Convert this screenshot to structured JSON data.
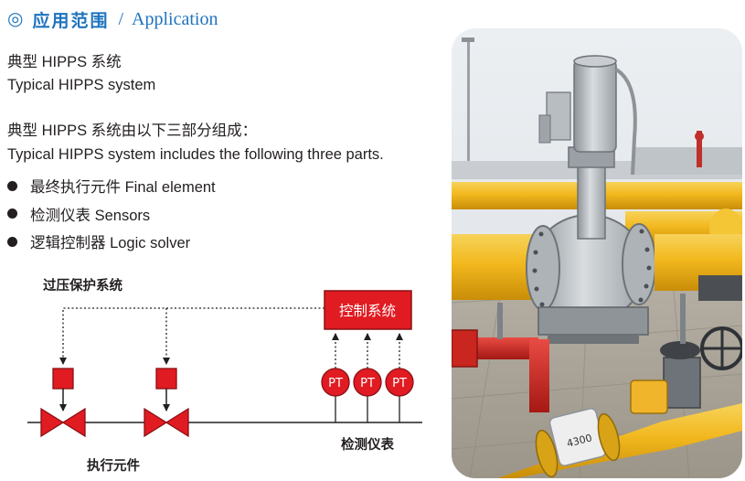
{
  "heading": {
    "mark": "◎",
    "zh": "应用范围",
    "sep": "/",
    "en": "Application",
    "color": "#1e73be"
  },
  "intro": {
    "title_zh": "典型 HIPPS 系统",
    "title_en": "Typical HIPPS system",
    "desc_zh": "典型 HIPPS 系统由以下三部分组成：",
    "desc_en": "Typical HIPPS system includes the following three parts."
  },
  "parts": [
    "最终执行元件 Final element",
    "检测仪表 Sensors",
    "逻辑控制器 Logic solver"
  ],
  "diagram": {
    "overpressure_label": "过压保护系统",
    "control_label": "控制系统",
    "sensor_labels": [
      "PT",
      "PT",
      "PT"
    ],
    "sensors_label": "检测仪表",
    "actuator_label": "执行元件",
    "accent_color": "#e11b22"
  },
  "photo": {
    "valve_tag": "4300"
  }
}
